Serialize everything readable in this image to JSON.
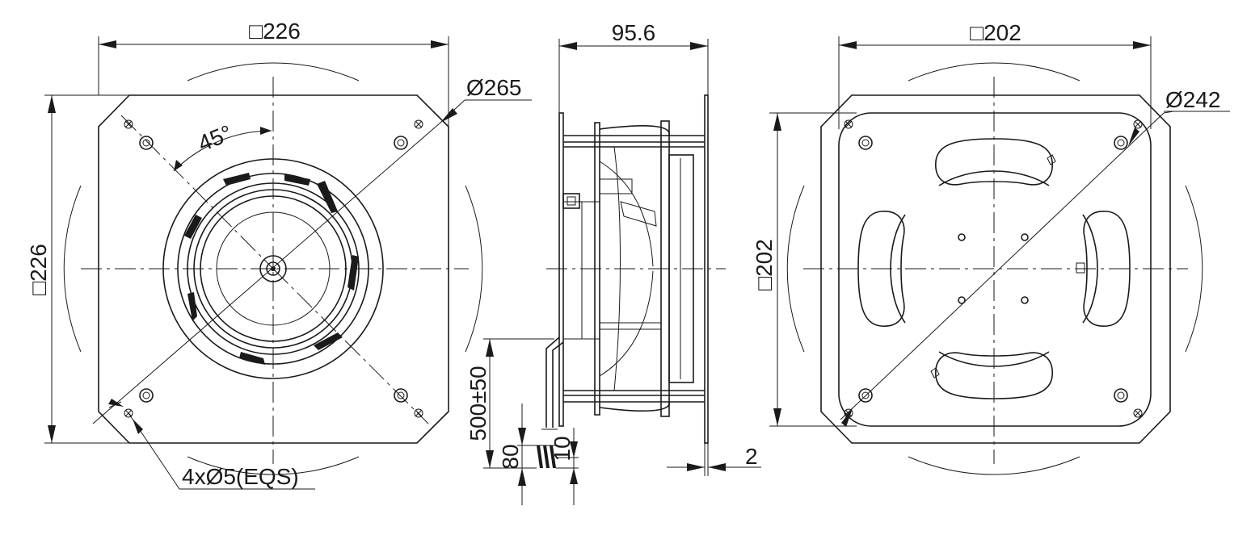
{
  "front_view": {
    "width_label": "□226",
    "height_label": "□226",
    "diameter_label": "Ø265",
    "angle_label": "45°",
    "holes_label": "4xØ5(EQS)"
  },
  "side_view": {
    "depth_label": "95.6",
    "flange_label": "2",
    "cable_length_label": "500±50",
    "strip_label": "80",
    "wire_label": "10"
  },
  "rear_view": {
    "width_label": "□202",
    "height_label": "□202",
    "diameter_label": "Ø242"
  }
}
